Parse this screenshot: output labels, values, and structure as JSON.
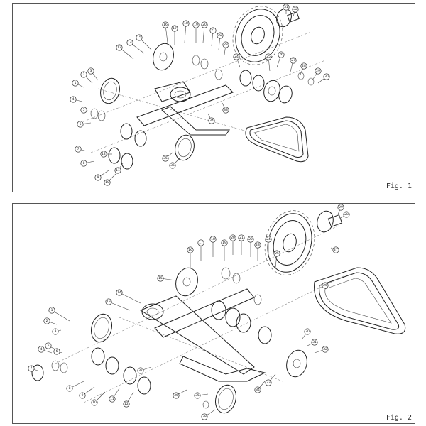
{
  "figures": [
    {
      "label": "Fig. 1"
    },
    {
      "label": "Fig. 2"
    }
  ],
  "callouts1": [
    "1",
    "2",
    "3",
    "4",
    "5",
    "6",
    "7",
    "8",
    "9",
    "10",
    "11",
    "12",
    "13",
    "14",
    "15",
    "16",
    "17",
    "18",
    "19",
    "20",
    "21",
    "22",
    "23",
    "24",
    "25",
    "26",
    "27",
    "28",
    "29",
    "30",
    "31",
    "32",
    "33",
    "34",
    "35",
    "36"
  ],
  "callouts2": [
    "1",
    "2",
    "3",
    "4",
    "5",
    "6",
    "7",
    "8",
    "9",
    "10",
    "11",
    "12",
    "13",
    "14",
    "15",
    "16",
    "17",
    "18",
    "19",
    "20",
    "21",
    "22",
    "23",
    "24",
    "25",
    "26",
    "27",
    "28",
    "29",
    "30",
    "31",
    "32",
    "33",
    "34",
    "35",
    "36",
    "37",
    "38"
  ]
}
